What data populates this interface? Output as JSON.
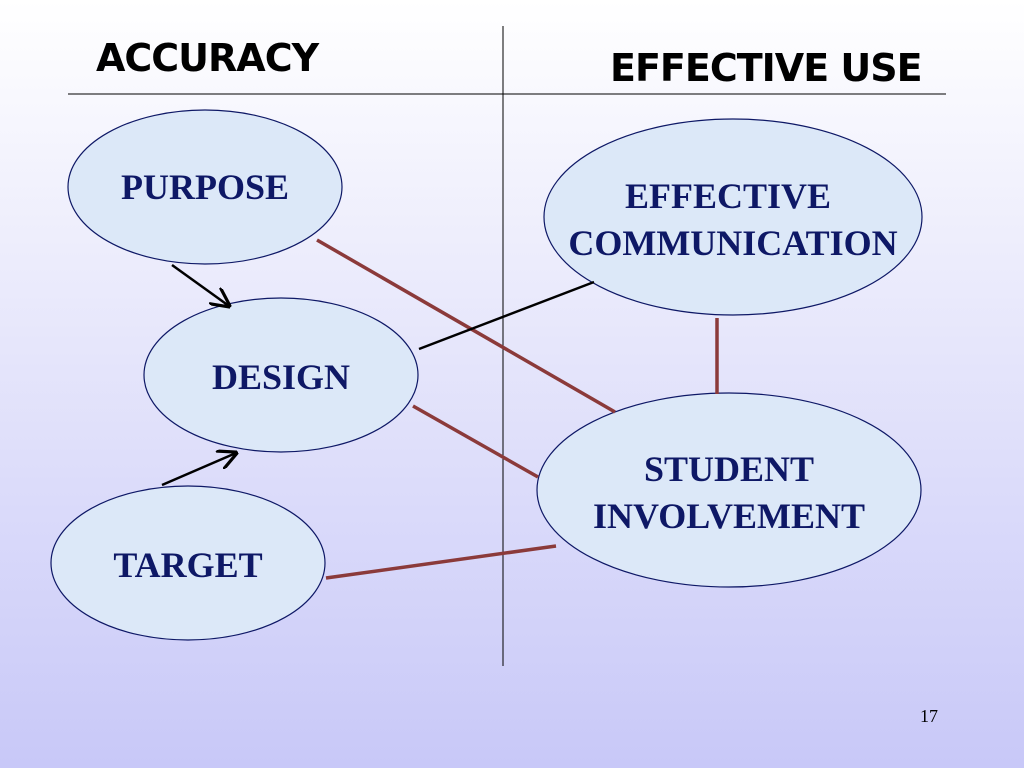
{
  "headings": {
    "left": "ACCURACY",
    "right": "EFFECTIVE USE"
  },
  "nodes": {
    "purpose": "PURPOSE",
    "design": "DESIGN",
    "target": "TARGET",
    "effective_communication": [
      "EFFECTIVE",
      "COMMUNICATION"
    ],
    "student_involvement": [
      "STUDENT",
      "INVOLVEMENT"
    ]
  },
  "colors": {
    "ellipse_fill": "#dce8f8",
    "ellipse_stroke": "#0e1866",
    "node_text": "#0e1866",
    "link_red": "#8b3a3a",
    "link_black": "#000000"
  },
  "page_number": "17"
}
